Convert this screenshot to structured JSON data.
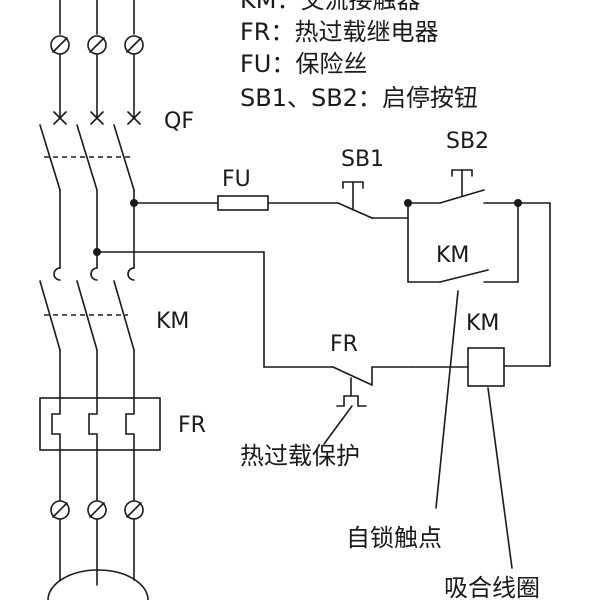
{
  "legend": [
    {
      "code": "KM：",
      "desc": "交流接触器"
    },
    {
      "code": "FR：",
      "desc": "热过载继电器"
    },
    {
      "code": "FU：",
      "desc": "保险丝"
    },
    {
      "code": "SB1、SB2：",
      "desc": "启停按钮"
    }
  ],
  "labels": {
    "qf": "QF",
    "km_main": "KM",
    "fr_main": "FR",
    "fu": "FU",
    "sb1": "SB1",
    "sb2": "SB2",
    "km_aux": "KM",
    "km_coil": "KM",
    "fr_aux": "FR"
  },
  "callouts": {
    "thermal": "热过载保护",
    "self_lock": "自锁触点",
    "coil": "吸合线圈"
  }
}
